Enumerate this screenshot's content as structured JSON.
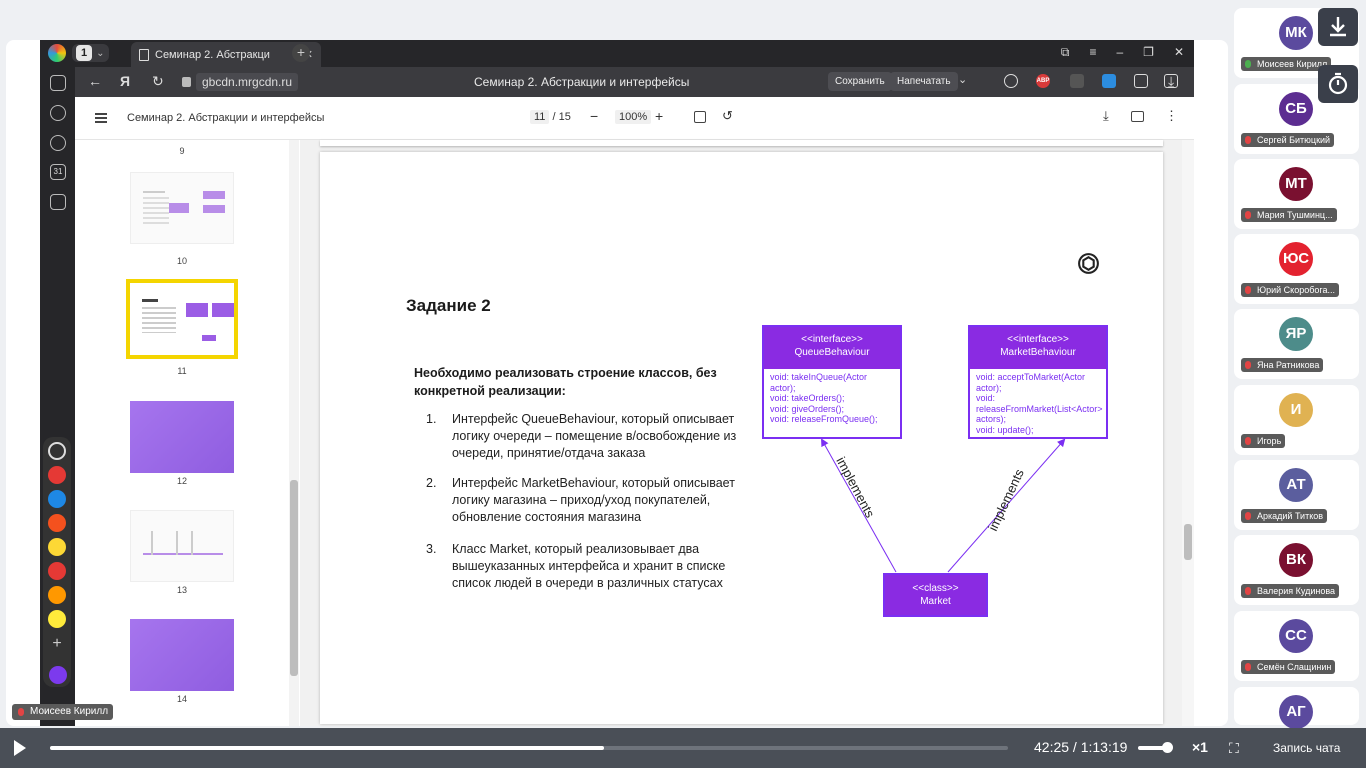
{
  "browser": {
    "tab_count": "1",
    "tab_title": "Семинар 2. Абстракци",
    "url": "gbcdn.mrgcdn.ru",
    "page_title": "Семинар 2. Абстракции и интерфейсы",
    "save_label": "Сохранить",
    "print_label": "Напечатать",
    "abp_label": "ABP"
  },
  "pdf": {
    "title": "Семинар 2. Абстракции и интерфейсы",
    "current_page": "11",
    "total_pages": "/ 15",
    "zoom": "100%"
  },
  "thumbnails": [
    {
      "label": "9"
    },
    {
      "label": "10"
    },
    {
      "label": "11"
    },
    {
      "label": "12"
    },
    {
      "label": "13"
    },
    {
      "label": "14"
    }
  ],
  "slide": {
    "title": "Задание 2",
    "intro": "Необходимо реализовать строение классов, без конкретной реализации:",
    "items": [
      {
        "num": "1.",
        "text": "Интерфейс QueueBehaviour, который описывает логику очереди – помещение в/освобождение из очереди, принятие/отдача заказа"
      },
      {
        "num": "2.",
        "text": "Интерфейс MarketBehaviour, который описывает логику магазина – приход/уход покупателей, обновление состояния магазина"
      },
      {
        "num": "3.",
        "text": "Класс Market, который реализовывает два вышеуказанных интерфейса и хранит в списке список людей в очереди в различных статусах"
      }
    ],
    "queue": {
      "stereotype": "<<interface>>",
      "name": "QueueBehaviour",
      "methods": "void: takeInQueue(Actor actor);\nvoid: takeOrders();\nvoid: giveOrders();\nvoid: releaseFromQueue();"
    },
    "market_behaviour": {
      "stereotype": "<<interface>>",
      "name": "MarketBehaviour",
      "methods": "void: acceptToMarket(Actor actor);\nvoid: releaseFromMarket(List<Actor> actors);\nvoid: update();"
    },
    "market": {
      "stereotype": "<<class>>",
      "name": "Market"
    },
    "arrow_label": "implements"
  },
  "participants": [
    {
      "initials": "МК",
      "name": "Моисеев Кирилл",
      "color": "#5b4a9e",
      "mic_on": true
    },
    {
      "initials": "СБ",
      "name": "Сергей Битюцкий",
      "color": "#5c2d91",
      "mic_on": false
    },
    {
      "initials": "МТ",
      "name": "Мария Тушминц...",
      "color": "#7a1030",
      "mic_on": false
    },
    {
      "initials": "ЮС",
      "name": "Юрий Скоробога...",
      "color": "#e3222f",
      "mic_on": false
    },
    {
      "initials": "ЯР",
      "name": "Яна Ратникова",
      "color": "#4d8c8a",
      "mic_on": false
    },
    {
      "initials": "И",
      "name": "Игорь",
      "color": "#e0b252",
      "mic_on": false
    },
    {
      "initials": "АТ",
      "name": "Аркадий Титков",
      "color": "#5b5e9e",
      "mic_on": false
    },
    {
      "initials": "ВК",
      "name": "Валерия Кудинова",
      "color": "#7a1030",
      "mic_on": false
    },
    {
      "initials": "СС",
      "name": "Семён Слащинин",
      "color": "#5b4a9e",
      "mic_on": false
    },
    {
      "initials": "АГ",
      "name": "",
      "color": "#5b4a9e",
      "mic_on": false
    }
  ],
  "speaker_label": "Моисеев Кирилл",
  "player": {
    "time": "42:25  /  1:13:19",
    "progress": 0.578,
    "speed": "×1",
    "chat_label": "Запись чата"
  },
  "colors": {
    "accent_purple": "#8a2be2",
    "selected_thumb": "#f4d500"
  }
}
